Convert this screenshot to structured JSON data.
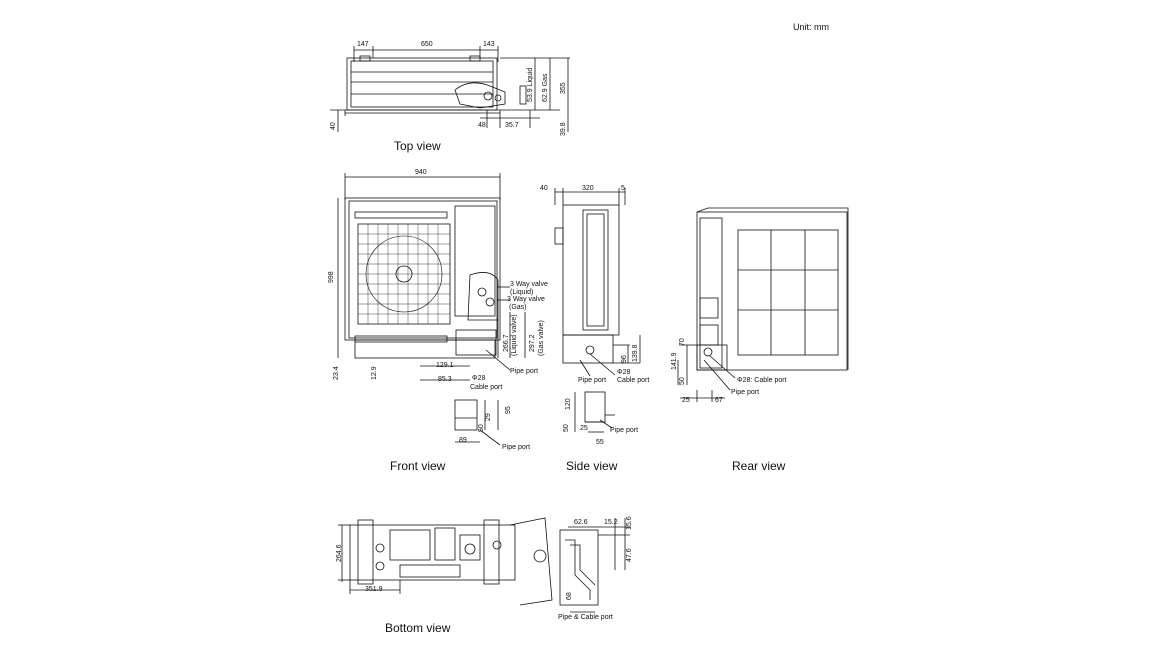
{
  "unit_label": "Unit: mm",
  "views": {
    "top": {
      "title": "Top view",
      "dims": {
        "d147": "147",
        "d650": "650",
        "d143": "143",
        "liquid": "53.9 Liquid",
        "gas": "62.9 Gas",
        "d355": "355",
        "d40": "40",
        "d48": "48",
        "d35_7": "35.7",
        "d39_8": "39.8"
      }
    },
    "front": {
      "title": "Front view",
      "dims": {
        "d940": "940",
        "d998": "998",
        "d23_4": "23.4",
        "d12_9": "12.9",
        "d129_1": "129.1",
        "d85_3": "85.3",
        "d266_7": "266.7",
        "liq_valve": "(Liquid valve)",
        "d297_2": "297.2",
        "gas_valve": "(Gas valve)",
        "d29": "29",
        "d50": "50",
        "d95": "95",
        "d89": "89"
      },
      "notes": {
        "valve_liquid": "3 Way valve",
        "valve_liquid_sub": "(Liquid)",
        "valve_gas": "3 Way valve",
        "valve_gas_sub": "(Gas)",
        "pipe_port": "Pipe port",
        "phi28": "Φ28",
        "cable_port": "Cable port",
        "pipe_port_detail": "Pipe port"
      }
    },
    "side": {
      "title": "Side view",
      "dims": {
        "d40": "40",
        "d320": "320",
        "d5": "5",
        "d96": "96",
        "d139_8": "139.8",
        "d120": "120",
        "d50": "50",
        "d25": "25",
        "d55": "55"
      },
      "notes": {
        "pipe_port": "Pipe port",
        "phi28": "Φ28",
        "cable_port": "Cable port",
        "pipe_port_detail": "Pipe port"
      }
    },
    "rear": {
      "title": "Rear view",
      "dims": {
        "d70": "70",
        "d141_9": "141.9",
        "d50": "50",
        "d25": "25",
        "d67": "67"
      },
      "notes": {
        "phi28_cable": "Φ28: Cable port",
        "pipe_port": "Pipe port"
      }
    },
    "bottom": {
      "title": "Bottom view",
      "dims": {
        "d264_6": "264.6",
        "d351_9": "351.9",
        "d62_6": "62.6",
        "d15_2": "15.2",
        "d15_6": "15.6",
        "d47_6": "47.6",
        "d68": "68"
      },
      "notes": {
        "pipe_cable": "Pipe & Cable port"
      }
    }
  }
}
